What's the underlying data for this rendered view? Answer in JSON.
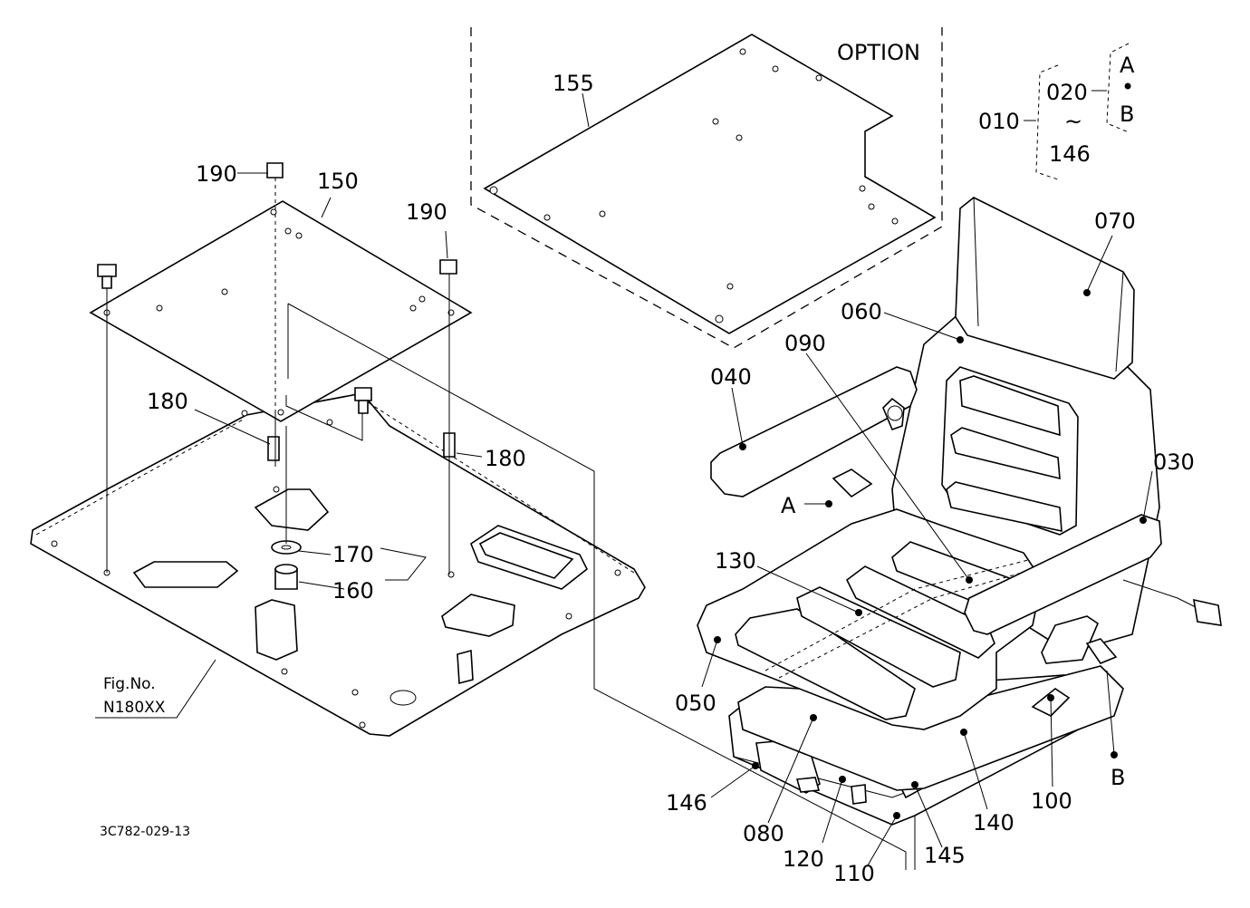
{
  "option_label": "OPTION",
  "fig_no_label": "Fig.No.",
  "fig_no_value": "N180XX",
  "drawing_code": "3C782-029-13",
  "legend": {
    "root": "010",
    "first": "020",
    "range_mark": "~",
    "last": "146",
    "branch_a": "A",
    "branch_sep": "•",
    "branch_b": "B"
  },
  "part_labels": {
    "p190a": "190",
    "p190b": "190",
    "p150": "150",
    "p155": "155",
    "p180a": "180",
    "p180b": "180",
    "p170": "170",
    "p160": "160",
    "p070": "070",
    "p060": "060",
    "p090": "090",
    "p040": "040",
    "p030": "030",
    "p130": "130",
    "p050": "050",
    "p100": "100",
    "p140": "140",
    "p146": "146",
    "p080": "080",
    "p120": "120",
    "p110": "110",
    "p145": "145"
  },
  "point_labels": {
    "a": "A",
    "b": "B"
  }
}
